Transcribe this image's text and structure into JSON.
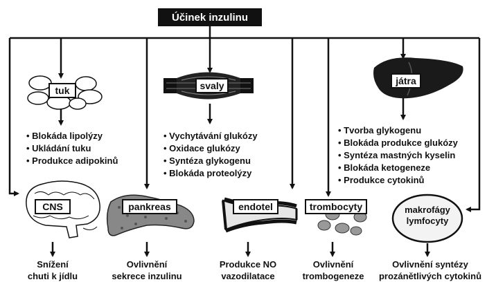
{
  "title": "Účinek inzulinu",
  "organs": {
    "tuk": {
      "label": "tuk",
      "effects": [
        "Blokáda lipolýzy",
        "Ukládání tuku",
        "Produkce adipokinů"
      ]
    },
    "svaly": {
      "label": "svaly",
      "effects": [
        "Vychytávání glukózy",
        "Oxidace glukózy",
        "Syntéza glykogenu",
        "Blokáda proteolýzy"
      ]
    },
    "jatra": {
      "label": "játra",
      "effects": [
        "Tvorba glykogenu",
        "Blokáda produkce glukózy",
        "Syntéza mastných kyselin",
        "Blokáda ketogeneze",
        "Produkce cytokinů"
      ]
    }
  },
  "targets": [
    {
      "label": "CNS",
      "outcome_line1": "Snížení",
      "outcome_line2": "chuti k jídlu"
    },
    {
      "label": "pankreas",
      "outcome_line1": "Ovlivnění",
      "outcome_line2": "sekrece inzulinu"
    },
    {
      "label": "endotel",
      "outcome_line1": "Produkce NO",
      "outcome_line2": "vazodilatace"
    },
    {
      "label": "trombocyty",
      "outcome_line1": "Ovlivnění",
      "outcome_line2": "trombogeneze"
    },
    {
      "label_line1": "makrofágy",
      "label_line2": "lymfocyty",
      "outcome_line1": "Ovlivnění syntézy",
      "outcome_line2": "prozánětlivých cytokinů"
    }
  ]
}
